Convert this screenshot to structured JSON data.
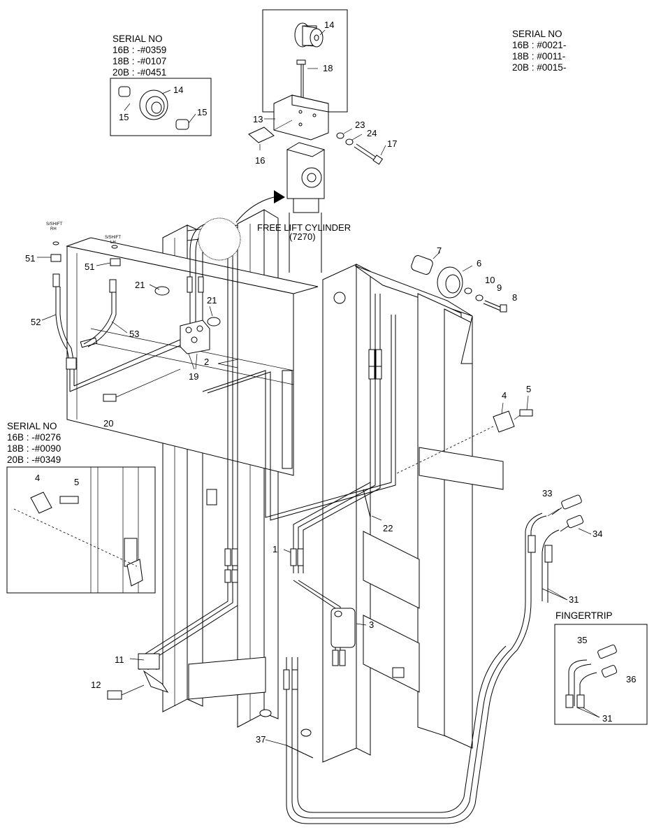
{
  "serial_boxes": {
    "top_left": {
      "title": "SERIAL NO",
      "lines": [
        "16B : -#0359",
        "18B : -#0107",
        "20B : -#0451"
      ]
    },
    "top_right": {
      "title": "SERIAL NO",
      "lines": [
        "16B : #0021-",
        "18B : #0011-",
        "20B : #0015-"
      ]
    },
    "mid_left": {
      "title": "SERIAL NO",
      "lines": [
        "16B : -#0276",
        "18B : -#0090",
        "20B : -#0349"
      ]
    }
  },
  "annotations": {
    "free_lift_cylinder": "FREE LIFT CYLINDER",
    "free_lift_code": "(7270)",
    "fingertrip": "FINGERTRIP",
    "sshift_rh": "S/SHIFT",
    "sshift_rh_sub": "RH",
    "sshift_lh": "S/SHIFT",
    "sshift_lh_sub": "LH"
  },
  "callouts": {
    "c14a": "14",
    "c18": "18",
    "c13": "13",
    "c23": "23",
    "c24": "24",
    "c17": "17",
    "c16": "16",
    "c14b": "14",
    "c15a": "15",
    "c15b": "15",
    "c51a": "51",
    "c51b": "51",
    "c52": "52",
    "c53": "53",
    "c21a": "21",
    "c21b": "21",
    "c19": "19",
    "c2": "2",
    "c20": "20",
    "c7": "7",
    "c6": "6",
    "c10": "10",
    "c9": "9",
    "c8": "8",
    "c4a": "4",
    "c5a": "5",
    "c4b": "4",
    "c5b": "5",
    "c22": "22",
    "c1": "1",
    "c3": "3",
    "c33": "33",
    "c34": "34",
    "c31a": "31",
    "c35": "35",
    "c36": "36",
    "c31b": "31",
    "c11": "11",
    "c12": "12",
    "c37": "37"
  }
}
